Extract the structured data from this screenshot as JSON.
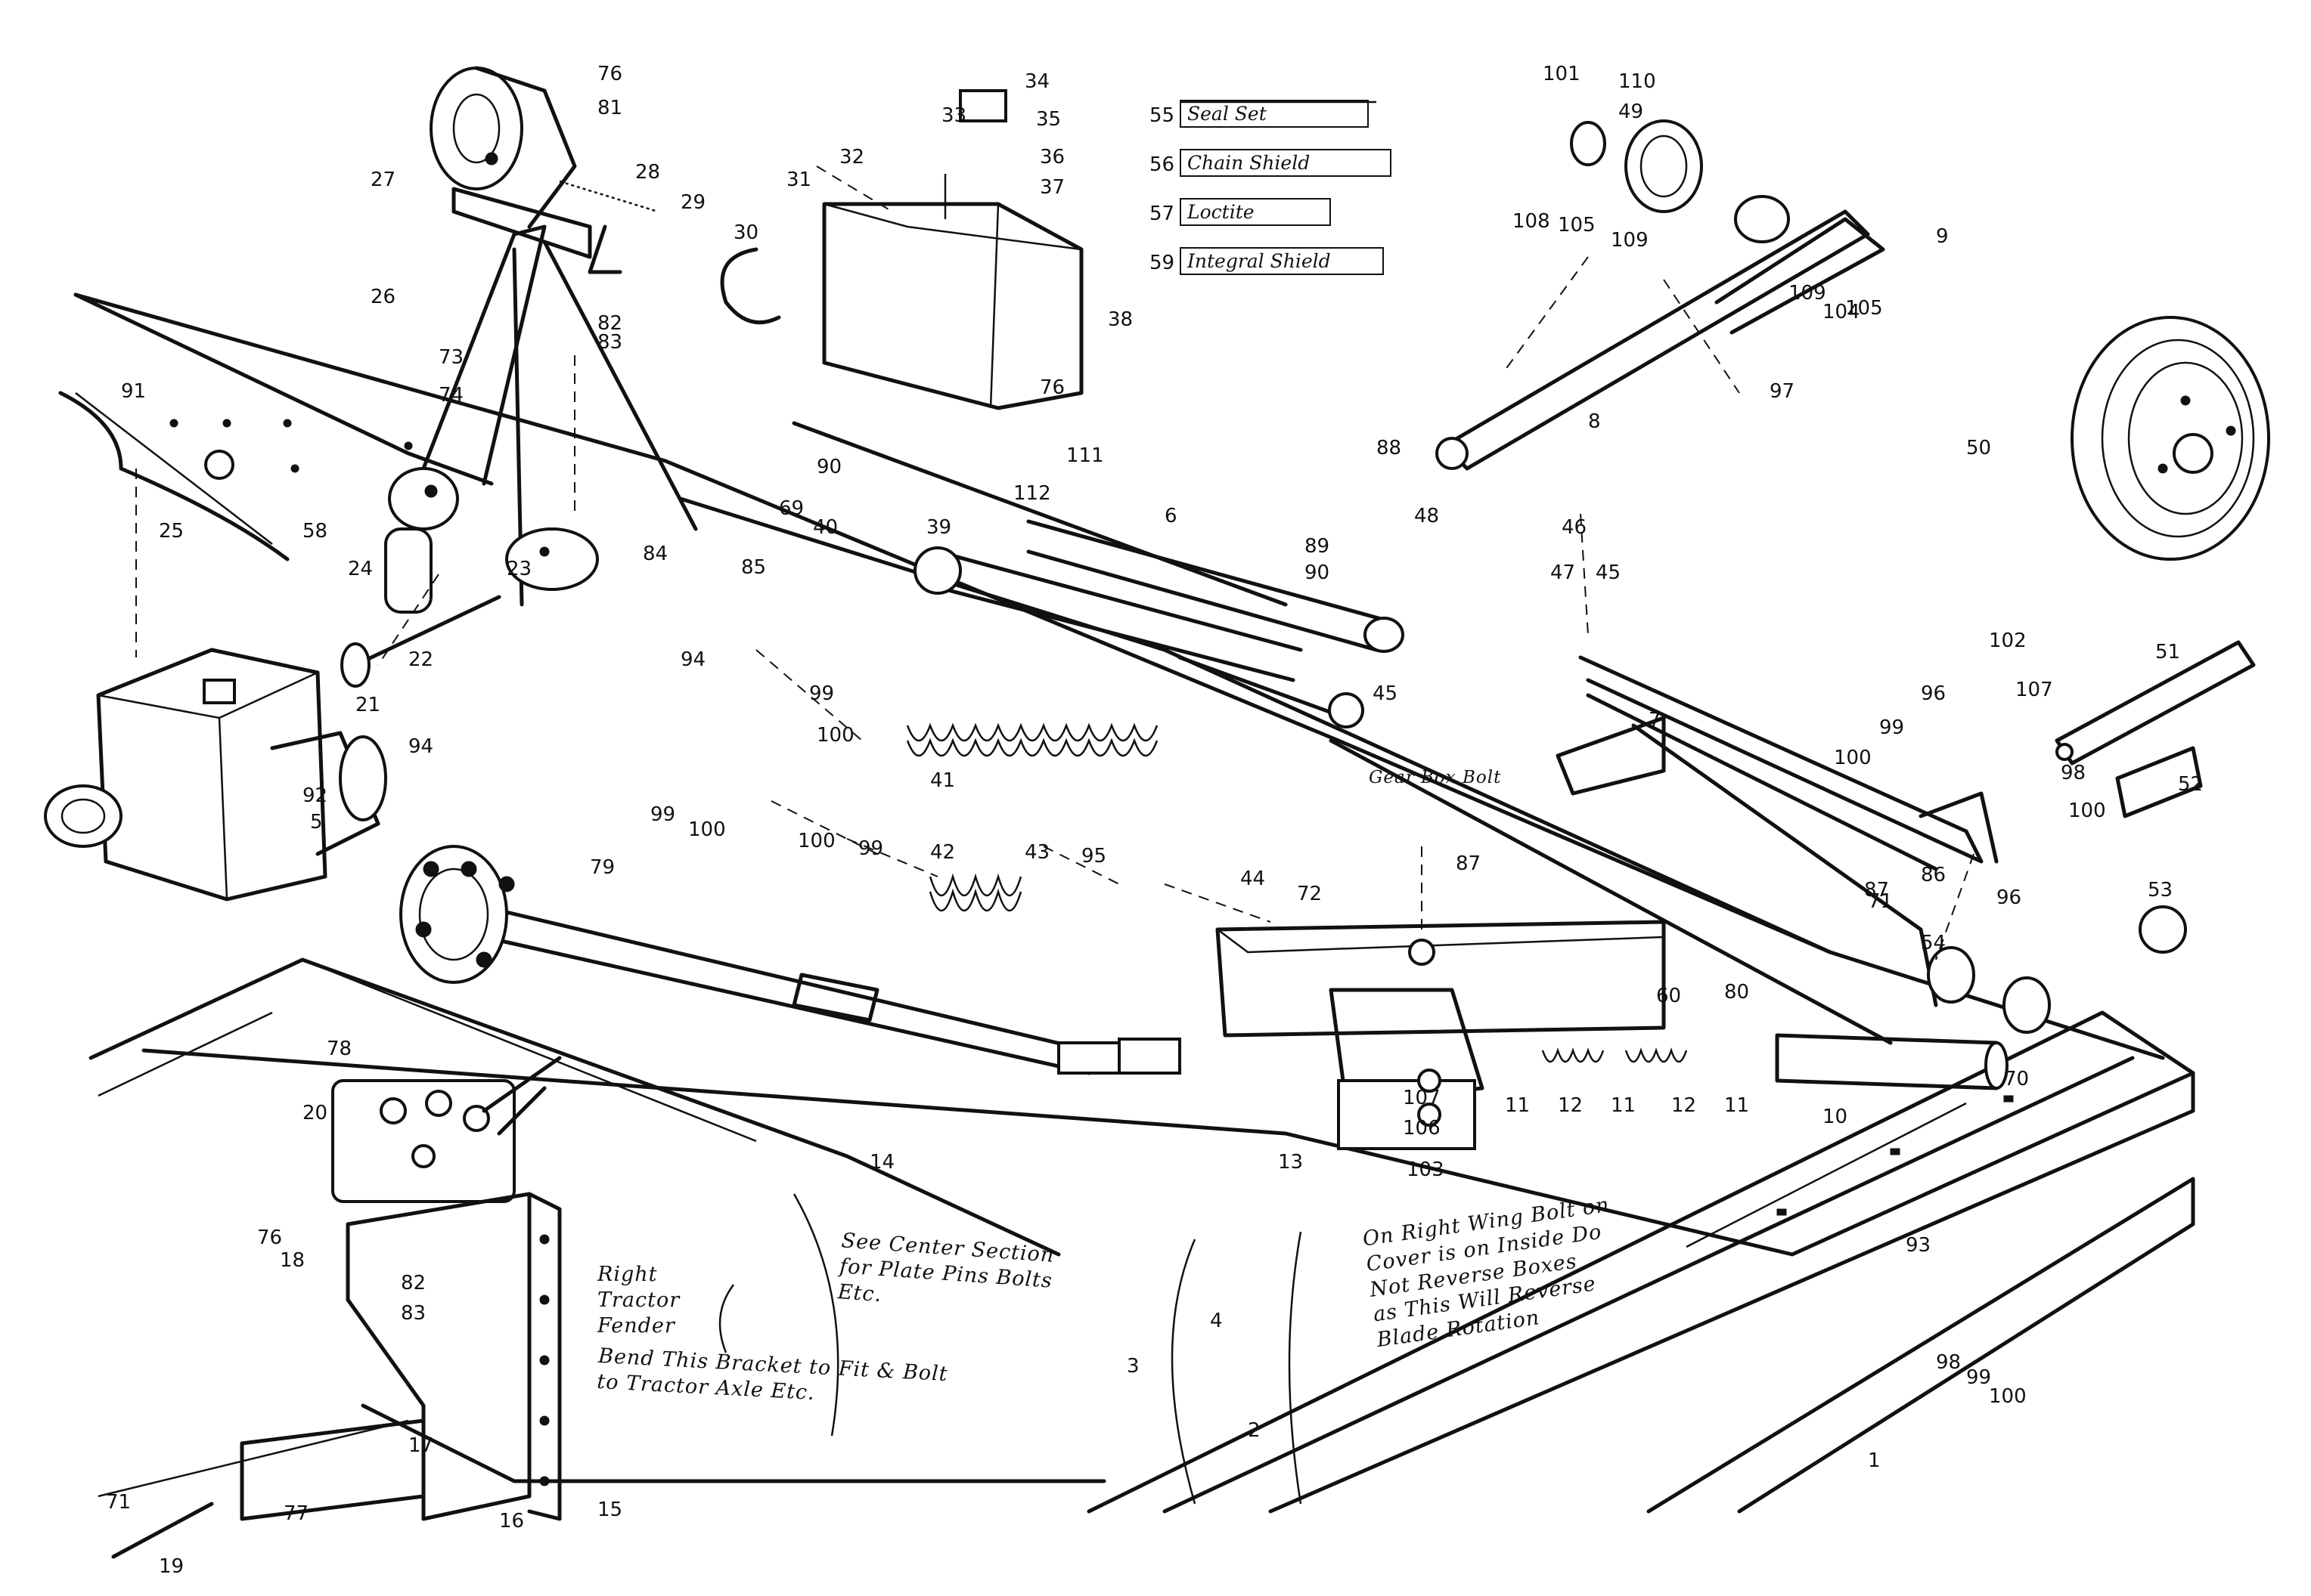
{
  "parts": [
    {
      "id": "1",
      "num": "1"
    },
    {
      "id": "2",
      "num": "2"
    },
    {
      "id": "3",
      "num": "3"
    },
    {
      "id": "4",
      "num": "4"
    },
    {
      "id": "5",
      "num": "5"
    },
    {
      "id": "6",
      "num": "6"
    },
    {
      "id": "7",
      "num": "7"
    },
    {
      "id": "8",
      "num": "8"
    },
    {
      "id": "9",
      "num": "9"
    },
    {
      "id": "10",
      "num": "10"
    },
    {
      "id": "11a",
      "num": "11"
    },
    {
      "id": "11b",
      "num": "11"
    },
    {
      "id": "11c",
      "num": "11"
    },
    {
      "id": "12a",
      "num": "12"
    },
    {
      "id": "12b",
      "num": "12"
    },
    {
      "id": "13",
      "num": "13"
    },
    {
      "id": "14",
      "num": "14"
    },
    {
      "id": "15",
      "num": "15"
    },
    {
      "id": "16",
      "num": "16"
    },
    {
      "id": "17",
      "num": "17"
    },
    {
      "id": "18",
      "num": "18"
    },
    {
      "id": "19",
      "num": "19"
    },
    {
      "id": "20",
      "num": "20"
    },
    {
      "id": "21",
      "num": "21"
    },
    {
      "id": "22",
      "num": "22"
    },
    {
      "id": "23",
      "num": "23"
    },
    {
      "id": "24",
      "num": "24"
    },
    {
      "id": "25",
      "num": "25"
    },
    {
      "id": "26",
      "num": "26"
    },
    {
      "id": "27",
      "num": "27"
    },
    {
      "id": "28",
      "num": "28"
    },
    {
      "id": "29",
      "num": "29"
    },
    {
      "id": "30",
      "num": "30"
    },
    {
      "id": "31",
      "num": "31"
    },
    {
      "id": "32",
      "num": "32"
    },
    {
      "id": "33",
      "num": "33"
    },
    {
      "id": "34",
      "num": "34"
    },
    {
      "id": "35",
      "num": "35"
    },
    {
      "id": "36",
      "num": "36"
    },
    {
      "id": "37",
      "num": "37"
    },
    {
      "id": "38",
      "num": "38"
    },
    {
      "id": "39",
      "num": "39"
    },
    {
      "id": "40",
      "num": "40"
    },
    {
      "id": "41",
      "num": "41"
    },
    {
      "id": "42",
      "num": "42"
    },
    {
      "id": "43",
      "num": "43"
    },
    {
      "id": "44",
      "num": "44"
    },
    {
      "id": "45a",
      "num": "45"
    },
    {
      "id": "45b",
      "num": "45"
    },
    {
      "id": "46",
      "num": "46"
    },
    {
      "id": "47",
      "num": "47"
    },
    {
      "id": "48",
      "num": "48"
    },
    {
      "id": "49",
      "num": "49"
    },
    {
      "id": "50",
      "num": "50"
    },
    {
      "id": "51",
      "num": "51"
    },
    {
      "id": "52",
      "num": "52"
    },
    {
      "id": "53",
      "num": "53"
    },
    {
      "id": "54",
      "num": "54"
    },
    {
      "id": "58",
      "num": "58"
    },
    {
      "id": "60",
      "num": "60"
    },
    {
      "id": "69",
      "num": "69"
    },
    {
      "id": "70",
      "num": "70"
    },
    {
      "id": "71a",
      "num": "71"
    },
    {
      "id": "71b",
      "num": "71"
    },
    {
      "id": "72",
      "num": "72"
    },
    {
      "id": "73",
      "num": "73"
    },
    {
      "id": "74",
      "num": "74"
    },
    {
      "id": "76a",
      "num": "76"
    },
    {
      "id": "76b",
      "num": "76"
    },
    {
      "id": "76c",
      "num": "76"
    },
    {
      "id": "77",
      "num": "77"
    },
    {
      "id": "78",
      "num": "78"
    },
    {
      "id": "79",
      "num": "79"
    },
    {
      "id": "80",
      "num": "80"
    },
    {
      "id": "81",
      "num": "81"
    },
    {
      "id": "82a",
      "num": "82"
    },
    {
      "id": "82b",
      "num": "82"
    },
    {
      "id": "83a",
      "num": "83"
    },
    {
      "id": "83b",
      "num": "83"
    },
    {
      "id": "84",
      "num": "84"
    },
    {
      "id": "85",
      "num": "85"
    },
    {
      "id": "86",
      "num": "86"
    },
    {
      "id": "87a",
      "num": "87"
    },
    {
      "id": "87b",
      "num": "87"
    },
    {
      "id": "88",
      "num": "88"
    },
    {
      "id": "89",
      "num": "89"
    },
    {
      "id": "90a",
      "num": "90"
    },
    {
      "id": "90b",
      "num": "90"
    },
    {
      "id": "91",
      "num": "91"
    },
    {
      "id": "92",
      "num": "92"
    },
    {
      "id": "93",
      "num": "93"
    },
    {
      "id": "94a",
      "num": "94"
    },
    {
      "id": "94b",
      "num": "94"
    },
    {
      "id": "95",
      "num": "95"
    },
    {
      "id": "96a",
      "num": "96"
    },
    {
      "id": "96b",
      "num": "96"
    },
    {
      "id": "97",
      "num": "97"
    },
    {
      "id": "98a",
      "num": "98"
    },
    {
      "id": "98b",
      "num": "98"
    },
    {
      "id": "99a",
      "num": "99"
    },
    {
      "id": "99b",
      "num": "99"
    },
    {
      "id": "99c",
      "num": "99"
    },
    {
      "id": "99d",
      "num": "99"
    },
    {
      "id": "99e",
      "num": "99"
    },
    {
      "id": "100a",
      "num": "100"
    },
    {
      "id": "100b",
      "num": "100"
    },
    {
      "id": "100c",
      "num": "100"
    },
    {
      "id": "100d",
      "num": "100"
    },
    {
      "id": "100e",
      "num": "100"
    },
    {
      "id": "100f",
      "num": "100"
    },
    {
      "id": "101",
      "num": "101"
    },
    {
      "id": "102",
      "num": "102"
    },
    {
      "id": "103",
      "num": "103"
    },
    {
      "id": "104",
      "num": "104"
    },
    {
      "id": "105a",
      "num": "105"
    },
    {
      "id": "105b",
      "num": "105"
    },
    {
      "id": "106",
      "num": "106"
    },
    {
      "id": "107a",
      "num": "107"
    },
    {
      "id": "107b",
      "num": "107"
    },
    {
      "id": "108",
      "num": "108"
    },
    {
      "id": "109a",
      "num": "109"
    },
    {
      "id": "109b",
      "num": "109"
    },
    {
      "id": "110",
      "num": "110"
    },
    {
      "id": "111",
      "num": "111"
    },
    {
      "id": "112",
      "num": "112"
    }
  ],
  "legend": [
    {
      "num": "55",
      "text": "Seal Set"
    },
    {
      "num": "56",
      "text": "Chain Shield"
    },
    {
      "num": "57",
      "text": "Loctite"
    },
    {
      "num": "59",
      "text": "Integral Shield"
    }
  ],
  "notes": {
    "gear_box_bolt": "Gear Box Bolt",
    "see_center_1": "See Center Section",
    "see_center_2": "for Plate Pins Bolts",
    "see_center_3": "Etc.",
    "wing_1": "On Right Wing Bolt on",
    "wing_2": "Cover is on Inside Do",
    "wing_3": "Not Reverse Boxes",
    "wing_4": "as This Will Reverse",
    "wing_5": "Blade Rotation",
    "fender_1": "Right",
    "fender_2": "Tractor",
    "fender_3": "Fender",
    "bend_1": "Bend This Bracket to Fit & Bolt",
    "bend_2": "to Tractor Axle Etc."
  }
}
